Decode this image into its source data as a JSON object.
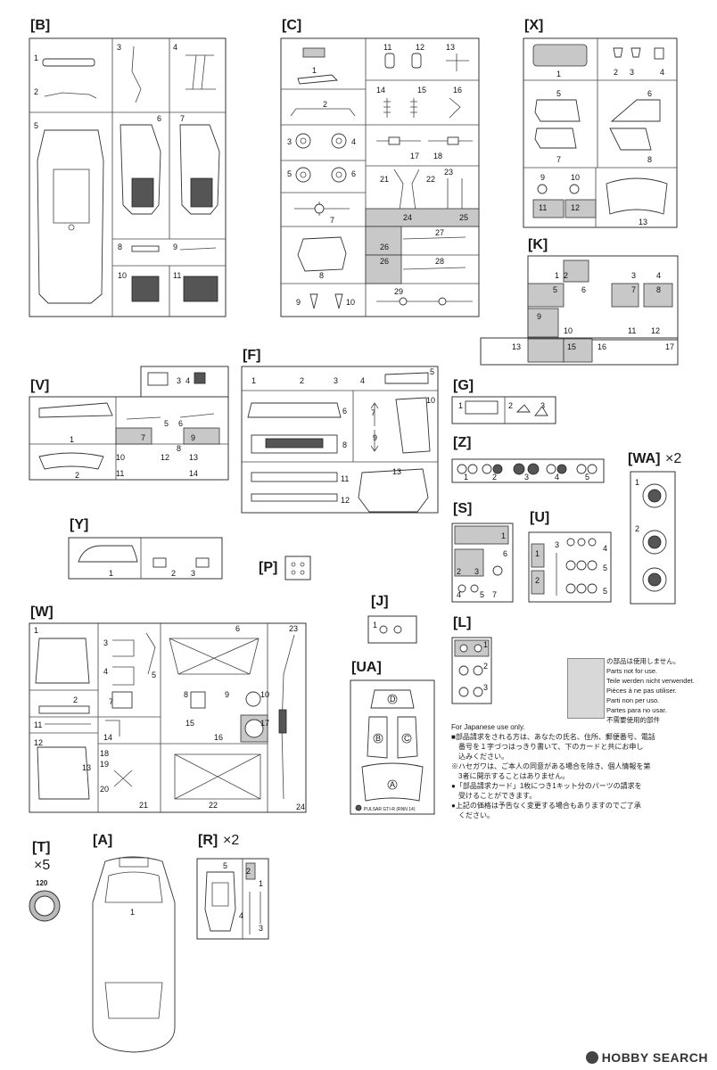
{
  "sprue_labels": {
    "B": "[B]",
    "C": "[C]",
    "X": "[X]",
    "K": "[K]",
    "V": "[V]",
    "F": "[F]",
    "G": "[G]",
    "Z": "[Z]",
    "WA": "[WA]",
    "WA_mult": "×2",
    "Y": "[Y]",
    "P": "[P]",
    "S": "[S]",
    "U": "[U]",
    "J": "[J]",
    "W": "[W]",
    "UA": "[UA]",
    "L": "[L]",
    "T": "[T]",
    "T_mult": "×5",
    "A": "[A]",
    "R": "[R]",
    "R_mult": "×2"
  },
  "t_part_number": "120",
  "ua_label": "PULSAR GTI-R (RNN 14)",
  "ua_window_letters": [
    "D",
    "B",
    "C",
    "A"
  ],
  "not_for_use_lines": [
    "の部品は使用しません。",
    "Parts not for use.",
    "Teile werden nicht verwendet.",
    "Pièces à ne pas utiliser.",
    "Parti non per uso.",
    "Partes para no usar.",
    "不需要使用的部件"
  ],
  "japanese_notice": [
    "For Japanese use only.",
    "■部品請求をされる方は、あなたの氏名、住所、郵便番号、電話",
    "　番号を１字づつはっきり書いて、下のカードと共にお申し",
    "　込みください。",
    "※ハセガワは、ご本人の同意がある場合を除き、個人情報を第",
    "　3者に開示することはありません。",
    "●「部品請求カード」1枚につき1キット分のパーツの請求を",
    "　受けることができます。",
    "●上記の価格は予告なく変更する場合もありますのでご了承",
    "　ください。"
  ],
  "watermark": "HOBBY SEARCH",
  "colors": {
    "shade": "#c8c8c8",
    "line": "#333333"
  }
}
